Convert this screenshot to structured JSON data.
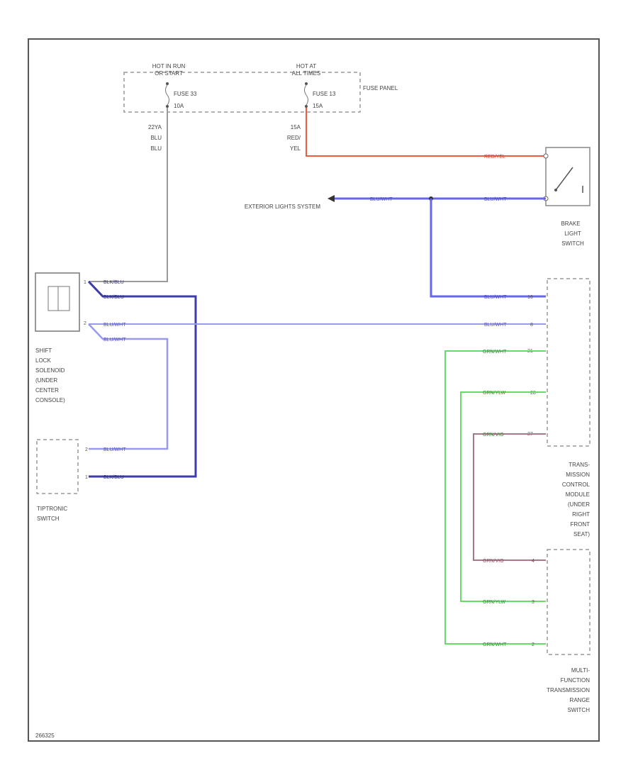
{
  "power": {
    "left_supply": [
      "HOT IN RUN",
      "OR START"
    ],
    "right_supply": [
      "HOT AT",
      "ALL TIMES"
    ],
    "left_fuse": [
      "FUSE 33",
      "10A"
    ],
    "right_fuse": [
      "FUSE 13",
      "15A"
    ],
    "fuse_panel": "FUSE PANEL",
    "left_wire": [
      "22YA",
      "BLU",
      "BLU"
    ],
    "right_wire": [
      "15A",
      "RED/",
      "YEL"
    ]
  },
  "exterior_lights": "EXTERIOR LIGHTS SYSTEM",
  "brake_switch": [
    "BRAKE",
    "LIGHT",
    "SWITCH"
  ],
  "shift_lock": [
    "SHIFT",
    "LOCK",
    "SOLENOID",
    "(UNDER",
    "CENTER",
    "CONSOLE)"
  ],
  "tiptronic": [
    "TIPTRONIC",
    "SWITCH"
  ],
  "tcm": [
    "TRANS-",
    "MISSION",
    "CONTROL",
    "MODULE",
    "(UNDER",
    "RIGHT",
    "FRONT",
    "SEAT)"
  ],
  "mfrs": [
    "MULTI-",
    "FUNCTION",
    "TRANSMISSION",
    "RANGE",
    "SWITCH"
  ],
  "wires": {
    "red_yel": "RED/YEL",
    "blu_wht_a": "BLU/WHT",
    "blu_wht_b": "BLU/WHT",
    "blu_wht_tcm": "BLU/WHT",
    "blu_blu": "BLK/BLU",
    "blk_blu": "BLK/BLU",
    "blu_wht_sl": "BLU/WHT",
    "blu_wht_sl2": "BLU/WHT",
    "blu_wht_tip1": "BLU/WHT",
    "blk_blu_tip2": "BLK/BLU",
    "blu_wht_tcm2": "BLU/WHT",
    "grn_wht_tcm1": "GRN/WHT",
    "grn_ylw_tcm2": "GRN/YLW",
    "grn_vio_tcm3": "GRN/VIO",
    "grn_vio_mf1": "GRN/VIO",
    "grn_ylw_mf2": "GRN/YLW",
    "grn_wht_mf3": "GRN/WHT"
  },
  "pins": {
    "tcm1": "16",
    "tcm2": "21",
    "tcm3": "28",
    "tcm4": "8",
    "tcm5": "27",
    "mf1": "4",
    "mf2": "3",
    "mf3": "2",
    "tip1": "2",
    "tip2": "1",
    "sl1": "1",
    "sl2": "2"
  },
  "code": "266325",
  "colors": {
    "frame": "#555555",
    "gray_wire": "#9a9a9a",
    "red_wire": "#f05a3c",
    "blue_wire": "#6666ee",
    "dark_blue_wire": "#3c3caa",
    "light_blue_wire": "#9999ee",
    "green_wire": "#66dd66",
    "violet_wire": "#aa7788"
  }
}
